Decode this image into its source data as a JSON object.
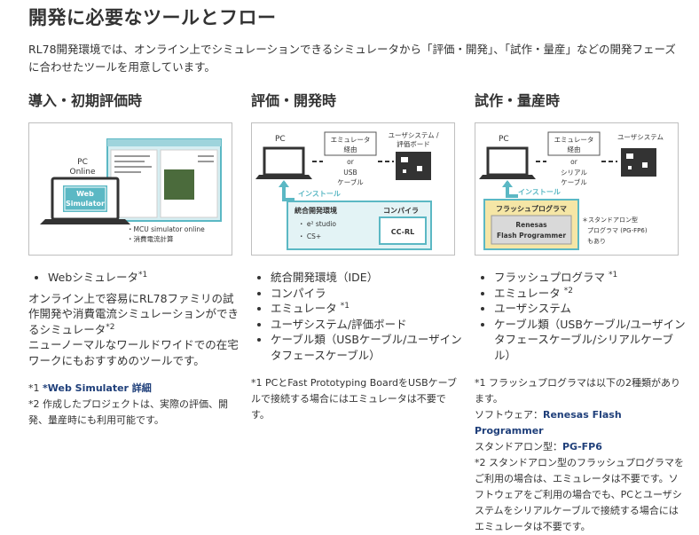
{
  "page": {
    "title": "開発に必要なツールとフロー",
    "intro": "RL78開発環境では、オンライン上でシミュレーションできるシミュレータから「評価・開発」、「試作・量産」などの開発フェーズに合わせたツールを用意しています。"
  },
  "columns": [
    {
      "title": "導入・初期評価時",
      "illustration": {
        "pc_label_1": "PC",
        "pc_label_2": "Online",
        "screen_text_1": "Web",
        "screen_text_2": "Simulator",
        "feature_1": "・MCU simulator online",
        "feature_2": "・消費電流計算"
      },
      "items": [
        {
          "text": "Webシミュレータ",
          "sup": "*1"
        }
      ],
      "para_1": "オンライン上で容易にRL78ファミリの試作開発や消費電流シミュレーションができるシミュレータ",
      "para_1_sup": "*2",
      "para_2": "ニューノーマルなワールドワイドでの在宅ワークにもおすすめのツールです。",
      "note_1_prefix": "*1 ",
      "note_1_link": "*Web Simulater 詳細",
      "note_2": "*2 作成したプロジェクトは、実際の評価、開発、量産時にも利用可能です。"
    },
    {
      "title": "評価・開発時",
      "illustration": {
        "pc": "PC",
        "emulator": "エミュレータ",
        "via": "経由",
        "or": "or",
        "usb": "USB",
        "cable": "ケーブル",
        "user_system": "ユーザシステム /",
        "eval_board": "評価ボード",
        "install": "インストール",
        "ide": "統合開発環境",
        "compiler": "コンパイラ",
        "e2": "・ e² studio",
        "csplus": "・ CS+",
        "ccrl": "CC-RL"
      },
      "items": [
        {
          "text": "統合開発環境（IDE）",
          "sup": ""
        },
        {
          "text": "コンパイラ",
          "sup": ""
        },
        {
          "text": "エミュレータ ",
          "sup": "*1"
        },
        {
          "text": "ユーザシステム/評価ボード",
          "sup": ""
        },
        {
          "text": "ケーブル類（USBケーブル/ユーザインタフェースケーブル）",
          "sup": ""
        }
      ],
      "note": "*1 PCとFast Prototyping BoardをUSBケーブルで接続する場合にはエミュレータは不要です。"
    },
    {
      "title": "試作・量産時",
      "illustration": {
        "pc": "PC",
        "emulator": "エミュレータ",
        "via": "経由",
        "or": "or",
        "serial": "シリアル",
        "cable": "ケーブル",
        "user_system": "ユーザシステム",
        "install": "インストール",
        "flash_prog": "フラッシュプログラマ",
        "renesas": "Renesas",
        "flash_programmer": "Flash Programmer",
        "standalone_1": "＊スタンドアロン型",
        "standalone_2": "プログラマ (PG-FP6)",
        "standalone_3": "もあり"
      },
      "items": [
        {
          "text": "フラッシュプログラマ ",
          "sup": "*1"
        },
        {
          "text": "エミュレータ ",
          "sup": "*2"
        },
        {
          "text": "ユーザシステム",
          "sup": ""
        },
        {
          "text": "ケーブル類（USBケーブル/ユーザインタフェースケーブル/シリアルケーブル）",
          "sup": ""
        }
      ],
      "note_1": "*1 フラッシュプログラマは以下の2種類があります。",
      "software_label": "ソフトウェア：",
      "software_link": "Renesas Flash Programmer",
      "standalone_label": "スタンドアロン型：",
      "standalone_link": "PG-FP6",
      "note_2": "*2 スタンドアロン型のフラッシュプログラマをご利用の場合は、エミュレータは不要です。ソフトウェアをご利用の場合でも、PCとユーザシステムをシリアルケーブルで接続する場合にはエミュレータは不要です。"
    }
  ],
  "colors": {
    "teal": "#5bb8c4",
    "yellow": "#f5e6a6",
    "link": "#1f3f7a",
    "dark": "#333333"
  }
}
